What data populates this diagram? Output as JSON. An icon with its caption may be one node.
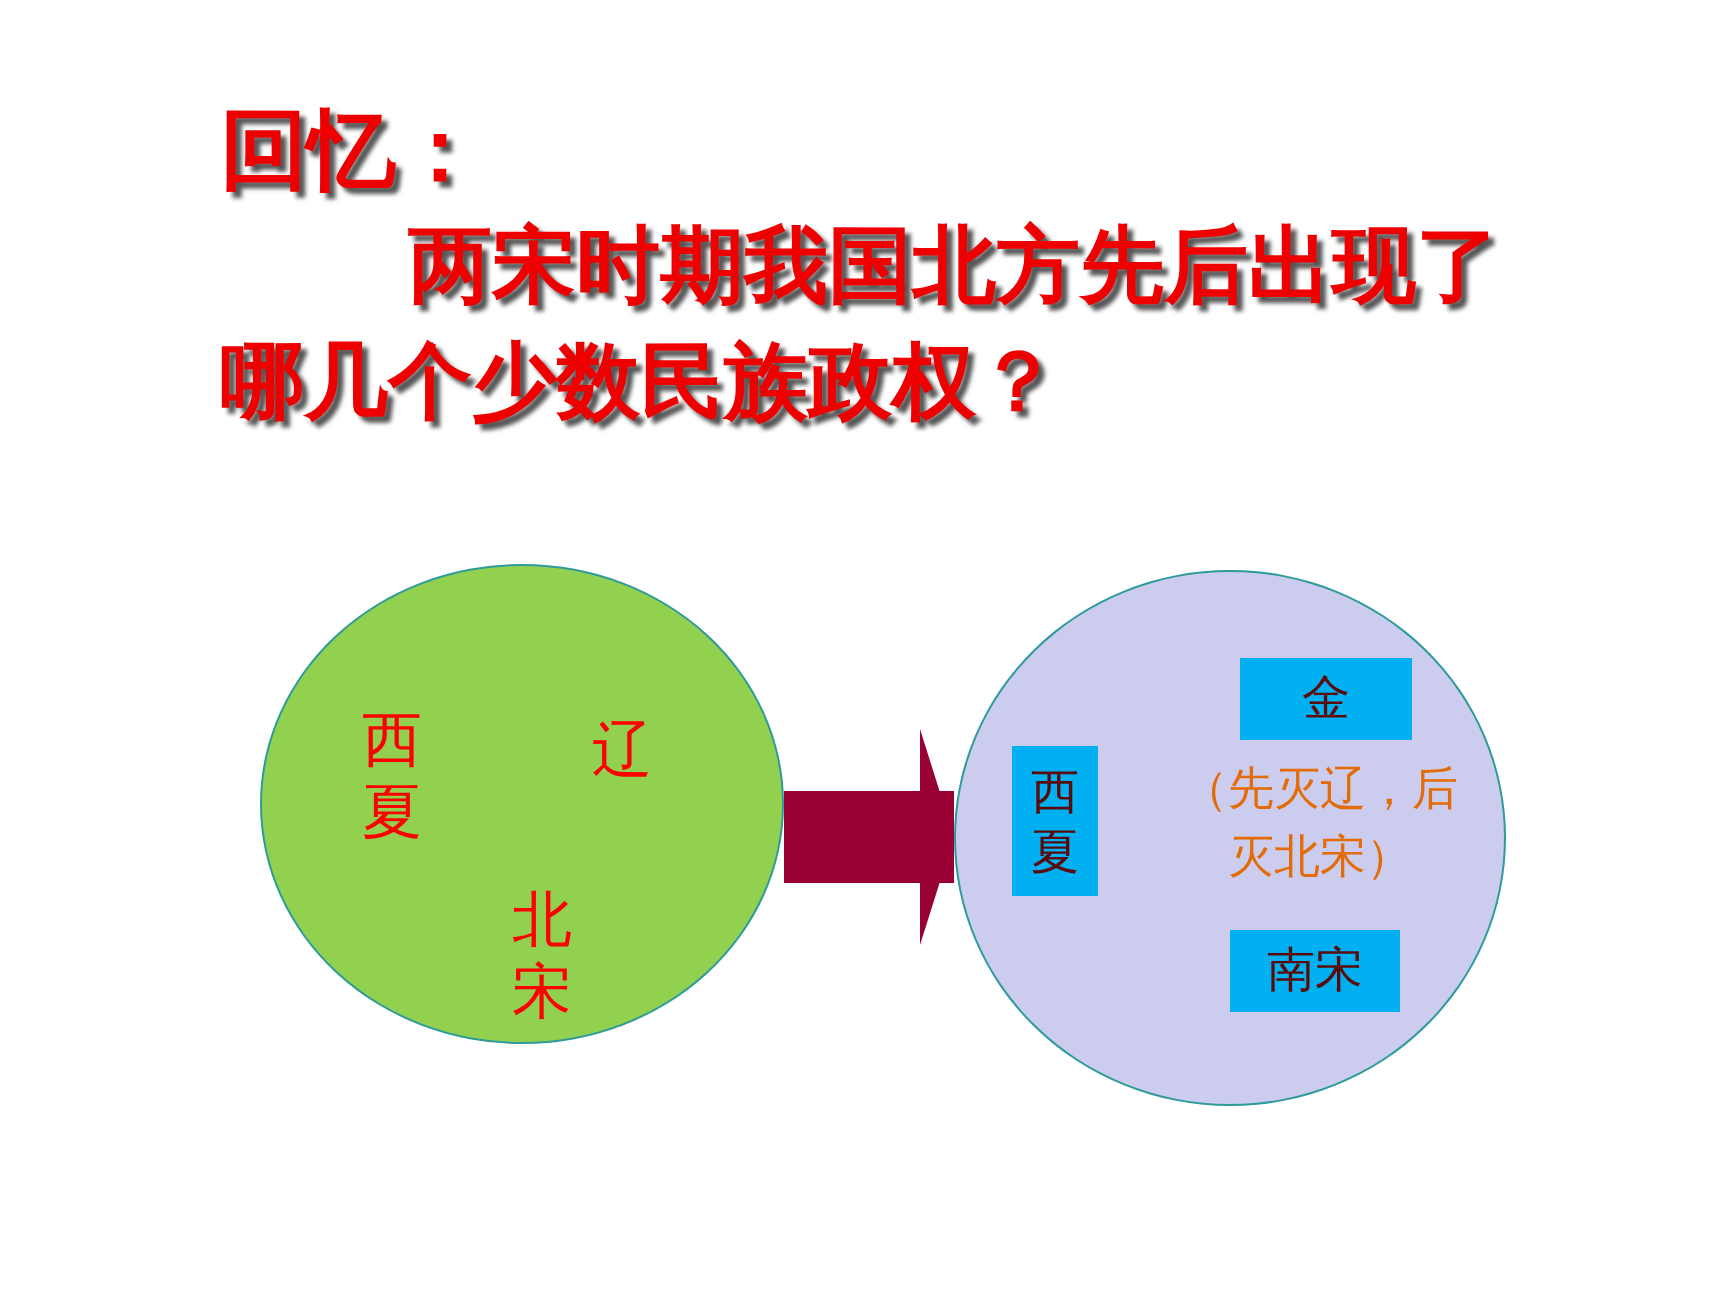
{
  "diagram": {
    "title": "回忆：",
    "nodes": [
      {
        "text": [
          "西夏",
          "辽",
          "北宋"
        ]
      },
      {
        "text": [],
        "shape": "circle"
      },
      {
        "text": [
          "西夏"
        ],
        "in": 1
      },
      {
        "text": [
          "金"
        ],
        "in": 1,
        "beside": [
          "（先灭辽，后灭北宋）"
        ]
      },
      {
        "text": [
          "南宋"
        ],
        "in": 1
      }
    ],
    "edges": [
      {
        "from": 0,
        "to": 1,
        "arrow": "to"
      }
    ],
    "labels": [
      "两宋时期我国北方先后出现了哪几个少数民族政权？"
    ]
  }
}
